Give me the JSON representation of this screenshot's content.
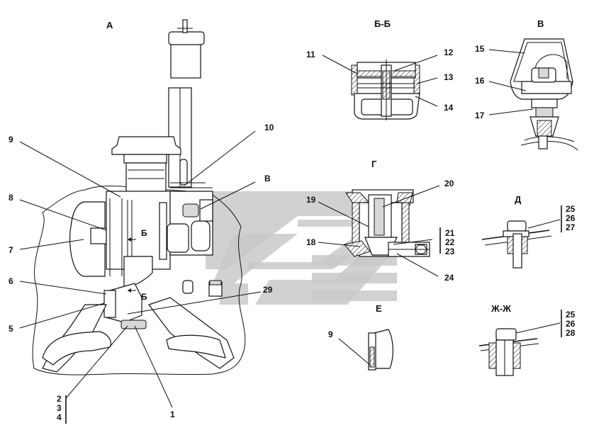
{
  "views": {
    "a": "А",
    "bb": "Б-Б",
    "v": "В",
    "g": "Г",
    "d": "Д",
    "e": "Е",
    "zhzh": "Ж-Ж"
  },
  "section_marks": {
    "b_upper": "Б",
    "b_lower": "Б"
  },
  "callouts": {
    "c1": "1",
    "c5": "5",
    "c6": "6",
    "c7": "7",
    "c8": "8",
    "c9": "9",
    "c9e": "9",
    "c10": "10",
    "c11": "11",
    "c12": "12",
    "c13": "13",
    "c14": "14",
    "c15": "15",
    "c16": "16",
    "c17": "17",
    "c18": "18",
    "c19": "19",
    "c20": "20",
    "c24": "24",
    "c29": "29",
    "cv": "В"
  },
  "groups": {
    "g234": [
      "2",
      "3",
      "4"
    ],
    "g212223": [
      "21",
      "22",
      "23"
    ],
    "g252627": [
      "25",
      "26",
      "27"
    ],
    "g252628": [
      "25",
      "26",
      "28"
    ]
  },
  "colors": {
    "line": "#111111",
    "watermark": "#c9c9c9"
  }
}
